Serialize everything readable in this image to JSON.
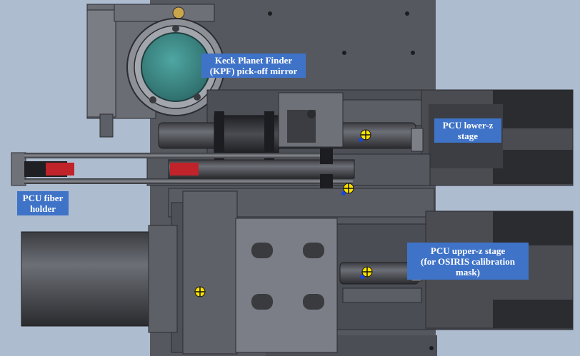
{
  "labels": {
    "kpf": {
      "line1": "Keck Planet Finder",
      "line2": "(KPF) pick-off mirror"
    },
    "lower_z": {
      "line1": "PCU lower-z",
      "line2": "stage"
    },
    "fiber_holder": {
      "line1": "PCU fiber",
      "line2": "holder"
    },
    "upper_z": {
      "line1": "PCU upper-z stage",
      "line2": "(for OSIRIS calibration",
      "line3": "mask)"
    }
  },
  "colors": {
    "background": "#aebccf",
    "callout_fill": "#3f73c8",
    "callout_text": "#ffffff",
    "plate": "#55585f",
    "mirror_glass": "#3e8f8c",
    "fiber_red": "#c0232a"
  }
}
